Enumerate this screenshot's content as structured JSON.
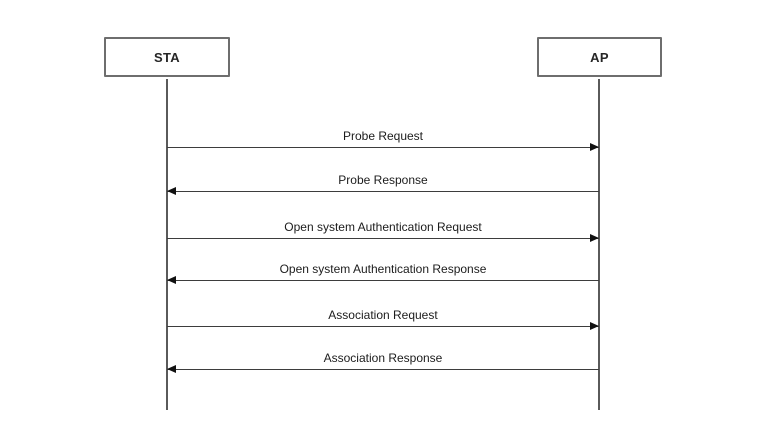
{
  "diagram": {
    "type": "sequence",
    "actors": [
      {
        "name": "STA"
      },
      {
        "name": "AP"
      }
    ],
    "messages": [
      {
        "label": "Probe Request",
        "from": "STA",
        "to": "AP",
        "direction": "right"
      },
      {
        "label": "Probe Response",
        "from": "AP",
        "to": "STA",
        "direction": "left"
      },
      {
        "label": "Open system Authentication Request",
        "from": "STA",
        "to": "AP",
        "direction": "right"
      },
      {
        "label": "Open system Authentication Response",
        "from": "AP",
        "to": "STA",
        "direction": "left"
      },
      {
        "label": "Association Request",
        "from": "STA",
        "to": "AP",
        "direction": "right"
      },
      {
        "label": "Association Response",
        "from": "AP",
        "to": "STA",
        "direction": "left"
      }
    ],
    "colors": {
      "background": "#ffffff",
      "arrow_line": "#3d3d3d",
      "arrowhead": "#111111",
      "box_border": "#6e6e6e",
      "text": "#1c1c1c"
    }
  }
}
